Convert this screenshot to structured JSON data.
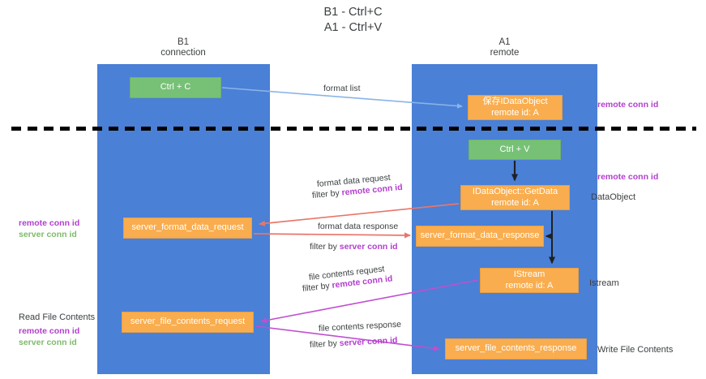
{
  "title": {
    "line1": "B1 - Ctrl+C",
    "line2": "A1 - Ctrl+V"
  },
  "columns": [
    {
      "name": "B1",
      "sub": "connection"
    },
    {
      "name": "A1",
      "sub": "remote"
    }
  ],
  "nodes": {
    "ctrl_c": {
      "label": "Ctrl + C",
      "sub": "",
      "color": "#77c176"
    },
    "save_idataobject": {
      "label": "保存IDataObject",
      "sub": "remote id: A",
      "color": "#f9ad4e"
    },
    "ctrl_v": {
      "label": "Ctrl + V",
      "sub": "",
      "color": "#77c176"
    },
    "getdata": {
      "label": "IDataObject::GetData",
      "sub": "remote id: A",
      "color": "#f9ad4e"
    },
    "server_format_data_request": {
      "label": "server_format_data_request",
      "sub": "",
      "color": "#f9ad4e"
    },
    "server_format_data_response": {
      "label": "server_format_data_response",
      "sub": "",
      "color": "#f9ad4e"
    },
    "istream": {
      "label": "IStream",
      "sub": "remote id: A",
      "color": "#f9ad4e"
    },
    "server_file_contents_request": {
      "label": "server_file_contents_request",
      "sub": "",
      "color": "#f9ad4e"
    },
    "server_file_contents_response": {
      "label": "server_file_contents_response",
      "sub": "",
      "color": "#f9ad4e"
    }
  },
  "edge_labels": {
    "format_list": "format list",
    "format_data_request": "format data request",
    "format_data_request_filter_prefix": "filter by ",
    "format_data_request_filter_key": "remote conn id",
    "format_data_response": "format data response",
    "format_data_response_filter_prefix": "filter by ",
    "format_data_response_filter_key": "server conn id",
    "file_contents_request": "file contents request",
    "file_contents_request_filter_prefix": "filter by ",
    "file_contents_request_filter_key": "remote conn id",
    "file_contents_response": "file contents response",
    "file_contents_response_filter_prefix": "filter by ",
    "file_contents_response_filter_key": "server conn id"
  },
  "annotations": {
    "right_remote_conn_id_top": "remote conn id",
    "right_remote_conn_id_mid": "remote conn id",
    "dataobject": "DataObject",
    "istream": "Istream",
    "write_file_contents": "Write File Contents",
    "left_remote_conn_id": "remote conn id",
    "left_server_conn_id": "server conn id",
    "read_file_contents": "Read File Contents",
    "left_remote_conn_id_2": "remote conn id",
    "left_server_conn_id_2": "server conn id"
  },
  "colors": {
    "lane": "#4a80d6",
    "green_node": "#77c176",
    "orange_node": "#f9ad4e",
    "magenta_text": "#b23fcf",
    "green_text": "#7fba6b",
    "arrow_blue": "#8ab4e8",
    "arrow_red": "#e8766a",
    "arrow_magenta": "#c04fd0",
    "arrow_black": "#202124",
    "divider": "#000000",
    "background": "#ffffff"
  }
}
